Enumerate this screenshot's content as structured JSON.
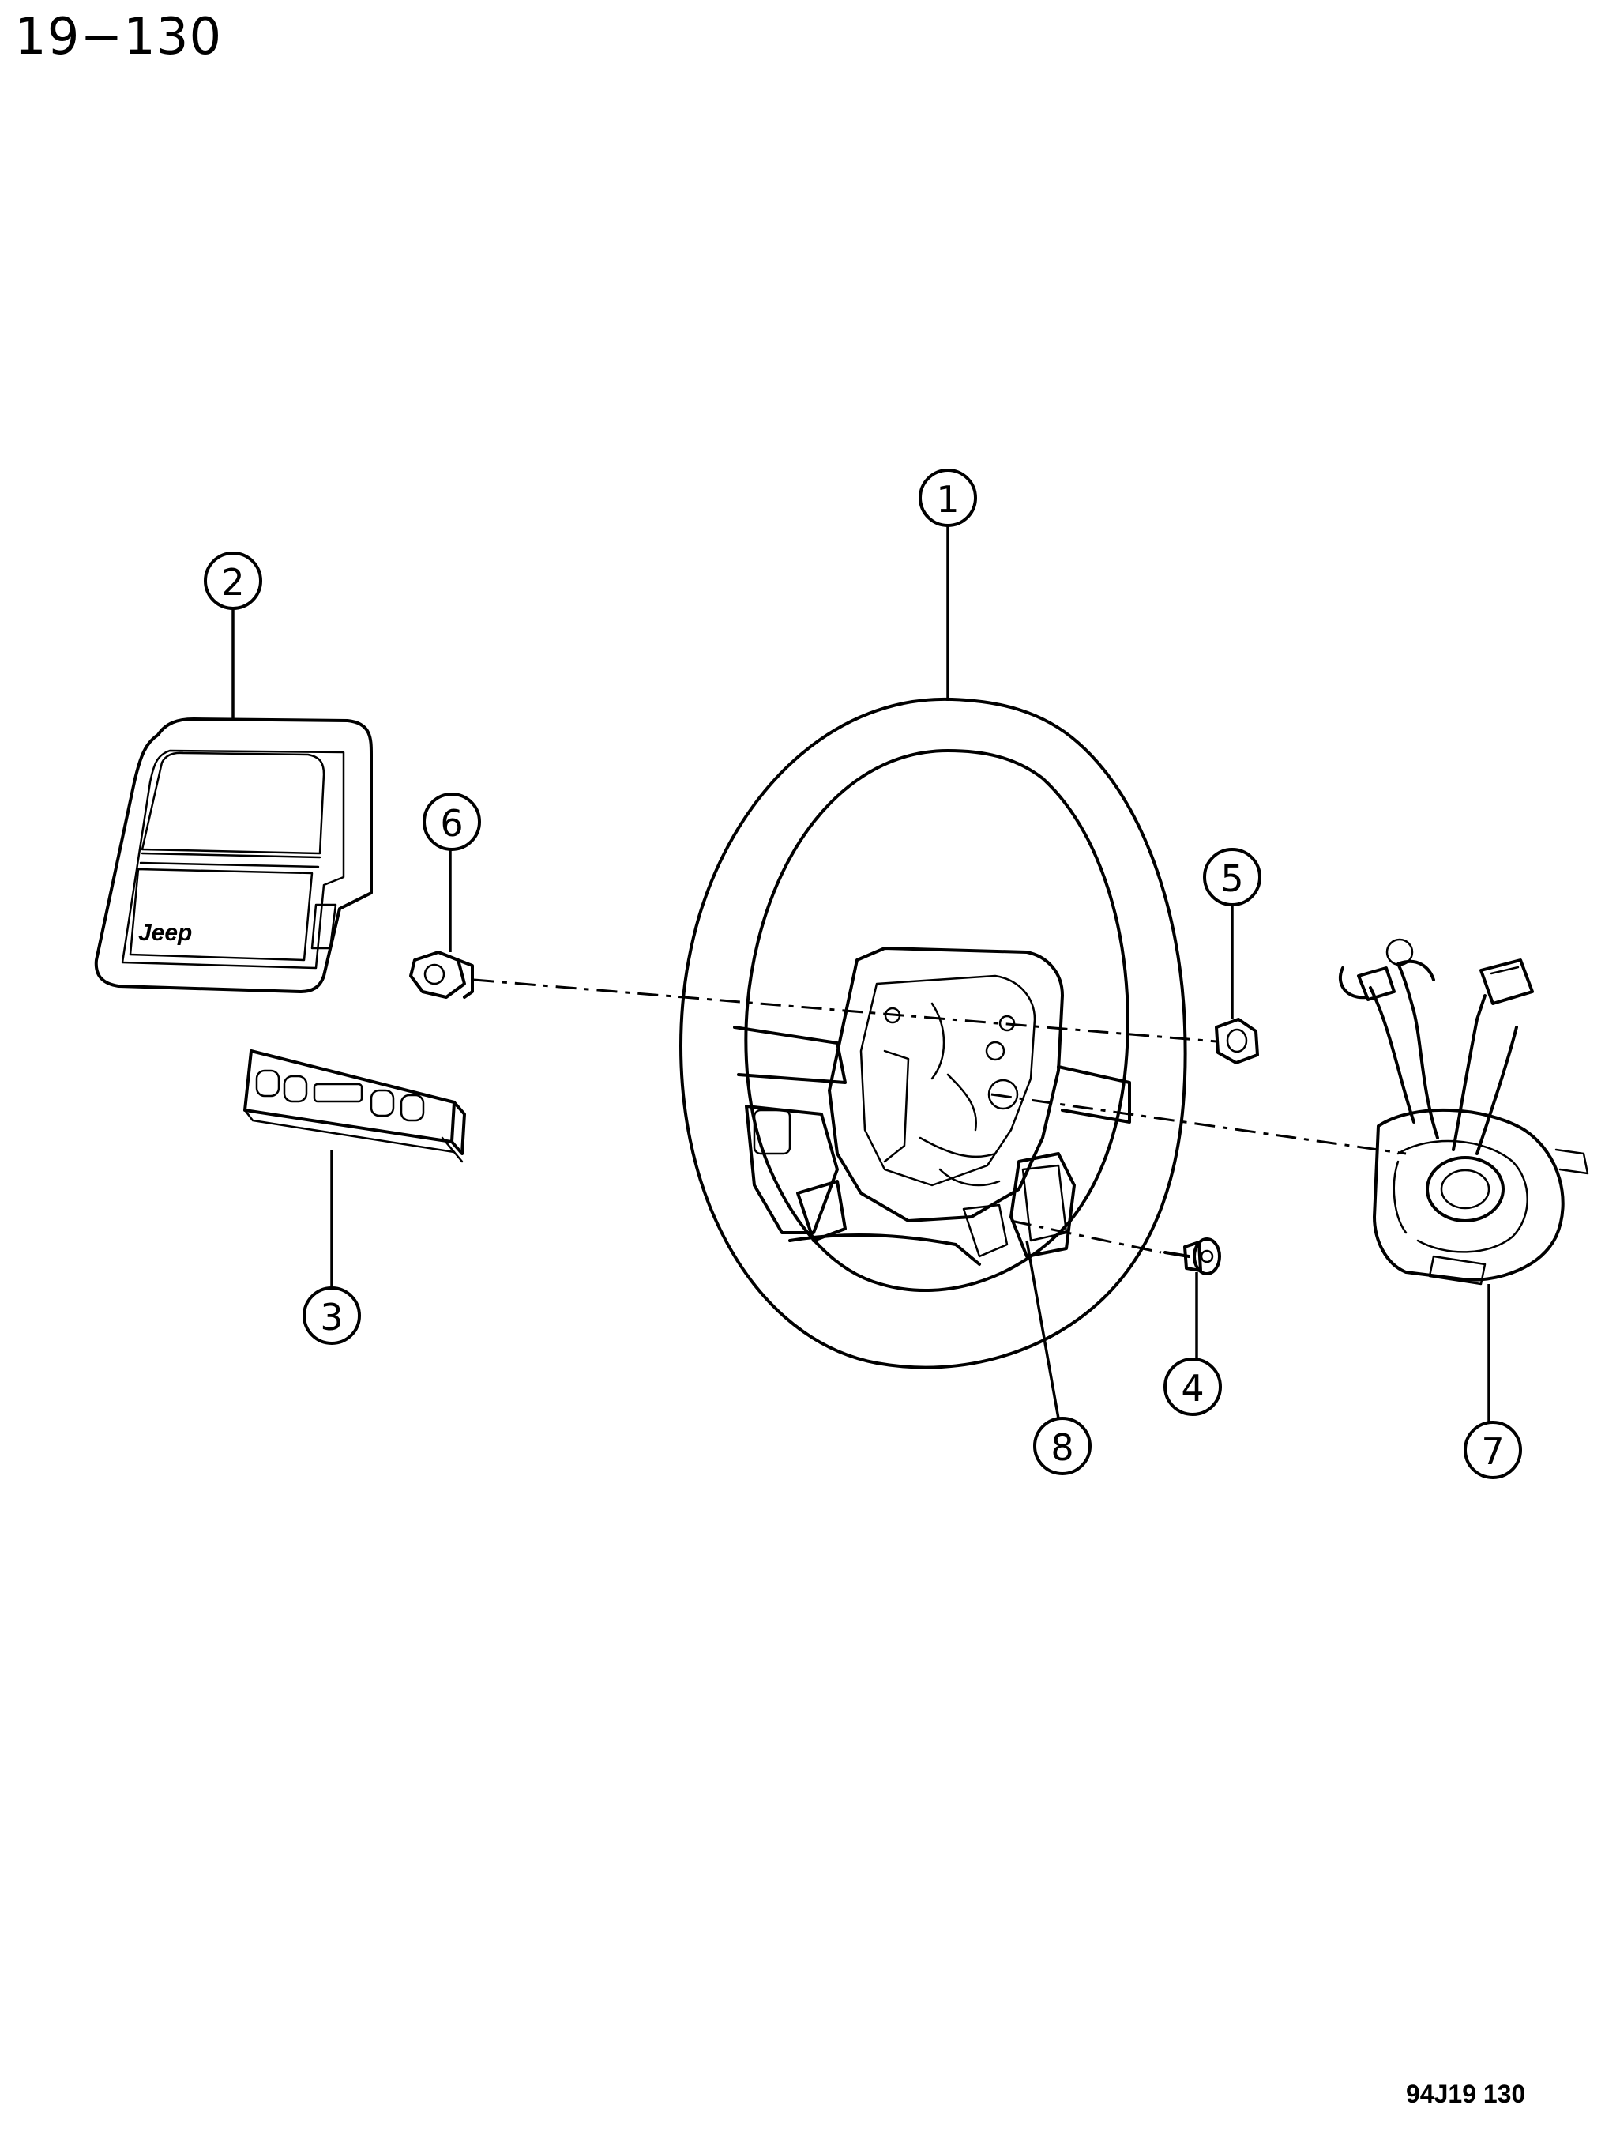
{
  "header": {
    "page_number": "19−130"
  },
  "footer": {
    "figure_code": "94J19  130"
  },
  "airbag_module": {
    "logo": "Jeep"
  },
  "callouts": [
    {
      "id": "1",
      "label": "1"
    },
    {
      "id": "2",
      "label": "2"
    },
    {
      "id": "3",
      "label": "3"
    },
    {
      "id": "4",
      "label": "4"
    },
    {
      "id": "5",
      "label": "5"
    },
    {
      "id": "6",
      "label": "6"
    },
    {
      "id": "7",
      "label": "7"
    },
    {
      "id": "8",
      "label": "8"
    }
  ]
}
